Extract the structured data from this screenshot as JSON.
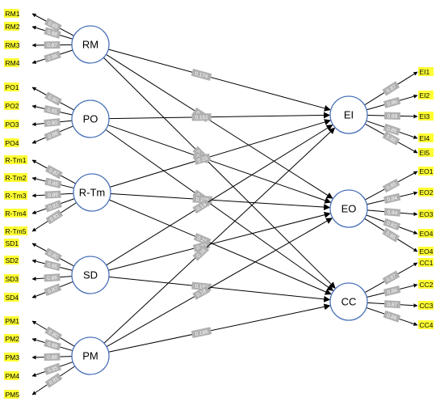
{
  "latent": {
    "RM": "RM",
    "PO": "PO",
    "RTm": "R-Tm",
    "SD": "SD",
    "PM": "PM",
    "EI": "EI",
    "EO": "EO",
    "CC": "CC"
  },
  "indicators": {
    "RM": [
      "RM1",
      "RM2",
      "RM3",
      "RM4"
    ],
    "PO": [
      "PO1",
      "PO2",
      "PO3",
      "PO4"
    ],
    "RTm": [
      "R-Tm1",
      "R-Tm2",
      "R-Tm3",
      "R-Tm4",
      "R-Tm5"
    ],
    "SD": [
      "SD1",
      "SD2",
      "SD3",
      "SD4"
    ],
    "PM": [
      "PM1",
      "PM2",
      "PM3",
      "PM4",
      "PM5"
    ],
    "EI": [
      "EI1",
      "EI2",
      "EI3",
      "EI4",
      "EI5"
    ],
    "EO": [
      "EO1",
      "EO2",
      "EO3",
      "EO4",
      "EO4"
    ],
    "CC": [
      "CC1",
      "CC2",
      "CC3",
      "CC4"
    ]
  },
  "loadings": {
    "RM": [
      "0.85",
      "0.88",
      "0.87",
      "0.86"
    ],
    "PO": [
      "0.80",
      "0.85",
      "0.90",
      "0.88"
    ],
    "RTm": [
      "0.87",
      "0.85",
      "0.89",
      "0.82",
      "0.81"
    ],
    "SD": [
      "0.80",
      "0.85",
      "0.88",
      "0.87"
    ],
    "PM": [
      "0.80",
      "0.88",
      "0.88",
      "0.85",
      "0.81"
    ],
    "EI": [
      "0.87",
      "0.86",
      "0.89",
      "0.85",
      "0.88"
    ],
    "EO": [
      "0.85",
      "0.84",
      "0.84",
      "0.82",
      "0.85"
    ],
    "CC": [
      "0.87",
      "0.86",
      "0.87",
      "0.86"
    ]
  },
  "paths": [
    {
      "from": "RM",
      "to": "EI",
      "label": "0.174"
    },
    {
      "from": "RM",
      "to": "EO",
      "label": "0.22"
    },
    {
      "from": "RM",
      "to": "CC",
      "label": "0.14"
    },
    {
      "from": "PO",
      "to": "EI",
      "label": "0.151"
    },
    {
      "from": "PO",
      "to": "EO",
      "label": "0.12"
    },
    {
      "from": "PO",
      "to": "CC",
      "label": "0.17"
    },
    {
      "from": "RTm",
      "to": "EI",
      "label": "0.15"
    },
    {
      "from": "RTm",
      "to": "EO",
      "label": "0.196"
    },
    {
      "from": "RTm",
      "to": "CC",
      "label": "0.21"
    },
    {
      "from": "SD",
      "to": "EI",
      "label": "0.14"
    },
    {
      "from": "SD",
      "to": "EO",
      "label": "0.20"
    },
    {
      "from": "SD",
      "to": "CC",
      "label": "0.185"
    },
    {
      "from": "PM",
      "to": "EI",
      "label": "0.16"
    },
    {
      "from": "PM",
      "to": "EO",
      "label": "0.18"
    },
    {
      "from": "PM",
      "to": "CC",
      "label": "0.186"
    }
  ],
  "colors": {
    "indicator_fill": "#ffff33",
    "circle_stroke": "#4a72b8",
    "label_bg": "#b0b0b0",
    "line": "#000000"
  }
}
